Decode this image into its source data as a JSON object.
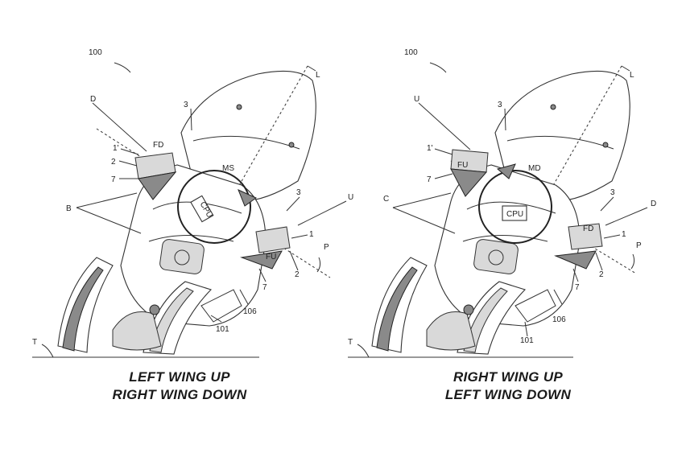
{
  "panels": [
    {
      "id": "left",
      "labels": {
        "ref_100": "100",
        "ref_L": "L",
        "ref_D": "D",
        "ref_3a": "3",
        "ref_FD": "FD",
        "ref_1p": "1'",
        "ref_2a": "2",
        "ref_7a": "7",
        "ref_B": "B",
        "ref_MS": "MS",
        "ref_CPU": "CPU",
        "ref_3b": "3",
        "ref_U": "U",
        "ref_1": "1",
        "ref_FU": "FU",
        "ref_P": "P",
        "ref_2b": "2",
        "ref_7b": "7",
        "ref_106": "106",
        "ref_101": "101",
        "ref_T": "T"
      },
      "caption": [
        "LEFT WING UP",
        "RIGHT WING DOWN"
      ]
    },
    {
      "id": "right",
      "labels": {
        "ref_100": "100",
        "ref_L": "L",
        "ref_U": "U",
        "ref_3a": "3",
        "ref_1p": "1'",
        "ref_FU": "FU",
        "ref_7a": "7",
        "ref_MD": "MD",
        "ref_C": "C",
        "ref_CPU": "CPU",
        "ref_3b": "3",
        "ref_D": "D",
        "ref_FD": "FD",
        "ref_1": "1",
        "ref_P": "P",
        "ref_2": "2",
        "ref_7b": "7",
        "ref_106": "106",
        "ref_101": "101",
        "ref_T": "T"
      },
      "caption": [
        "RIGHT WING UP",
        "LEFT WING DOWN"
      ]
    }
  ]
}
